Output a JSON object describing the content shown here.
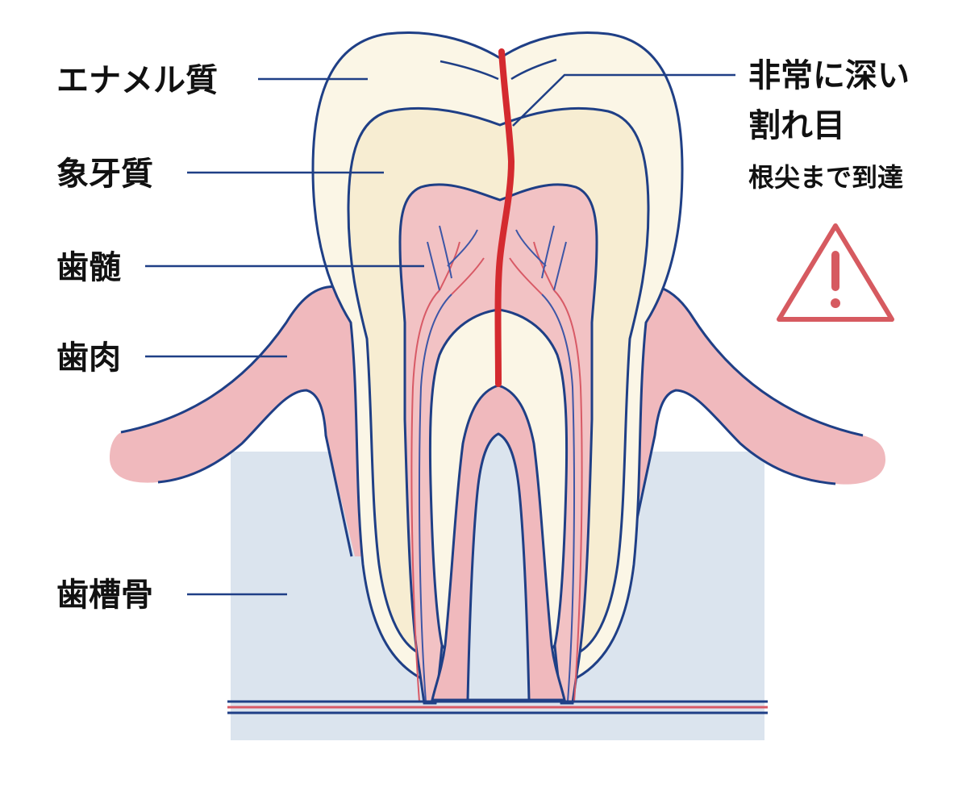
{
  "labels": {
    "enamel": "エナメル質",
    "dentin": "象牙質",
    "pulp": "歯髄",
    "gum": "歯肉",
    "bone": "歯槽骨"
  },
  "annotation": {
    "line1": "非常に深い",
    "line2": "割れ目",
    "line3": "根尖まで到達"
  },
  "icons": {
    "warning": "warning-triangle-icon"
  },
  "colors": {
    "outline": "#1f3f86",
    "crack": "#d42a2f",
    "gum": "#f0b9bd",
    "pulp": "#f2c2c4",
    "enamel": "#fbf6e6",
    "dentin": "#f7edd2",
    "bone": "#dbe4ee",
    "warning": "#d65a60"
  }
}
